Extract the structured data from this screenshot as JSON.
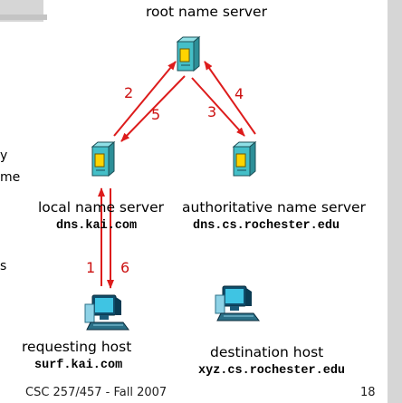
{
  "root_label": "root name server",
  "local_label": "local name server",
  "local_host": "dns.kai.com",
  "auth_label": "authoritative name server",
  "auth_host": "dns.cs.rochester.edu",
  "req_label": "requesting host",
  "req_host": "surf.kai.com",
  "dest_label": "destination host",
  "dest_host": "xyz.cs.rochester.edu",
  "steps": [
    "1",
    "2",
    "3",
    "4",
    "5",
    "6"
  ],
  "left_edge_fragments": [
    "y",
    "me",
    "s"
  ],
  "footer": {
    "course": "CSC 257/457 - Fall 2007",
    "page": "18"
  },
  "colors": {
    "arrow": "#dd1c1c",
    "server": "#44bfc8",
    "screen": "#ffd400",
    "slide_bar": "#d6d6d6"
  }
}
